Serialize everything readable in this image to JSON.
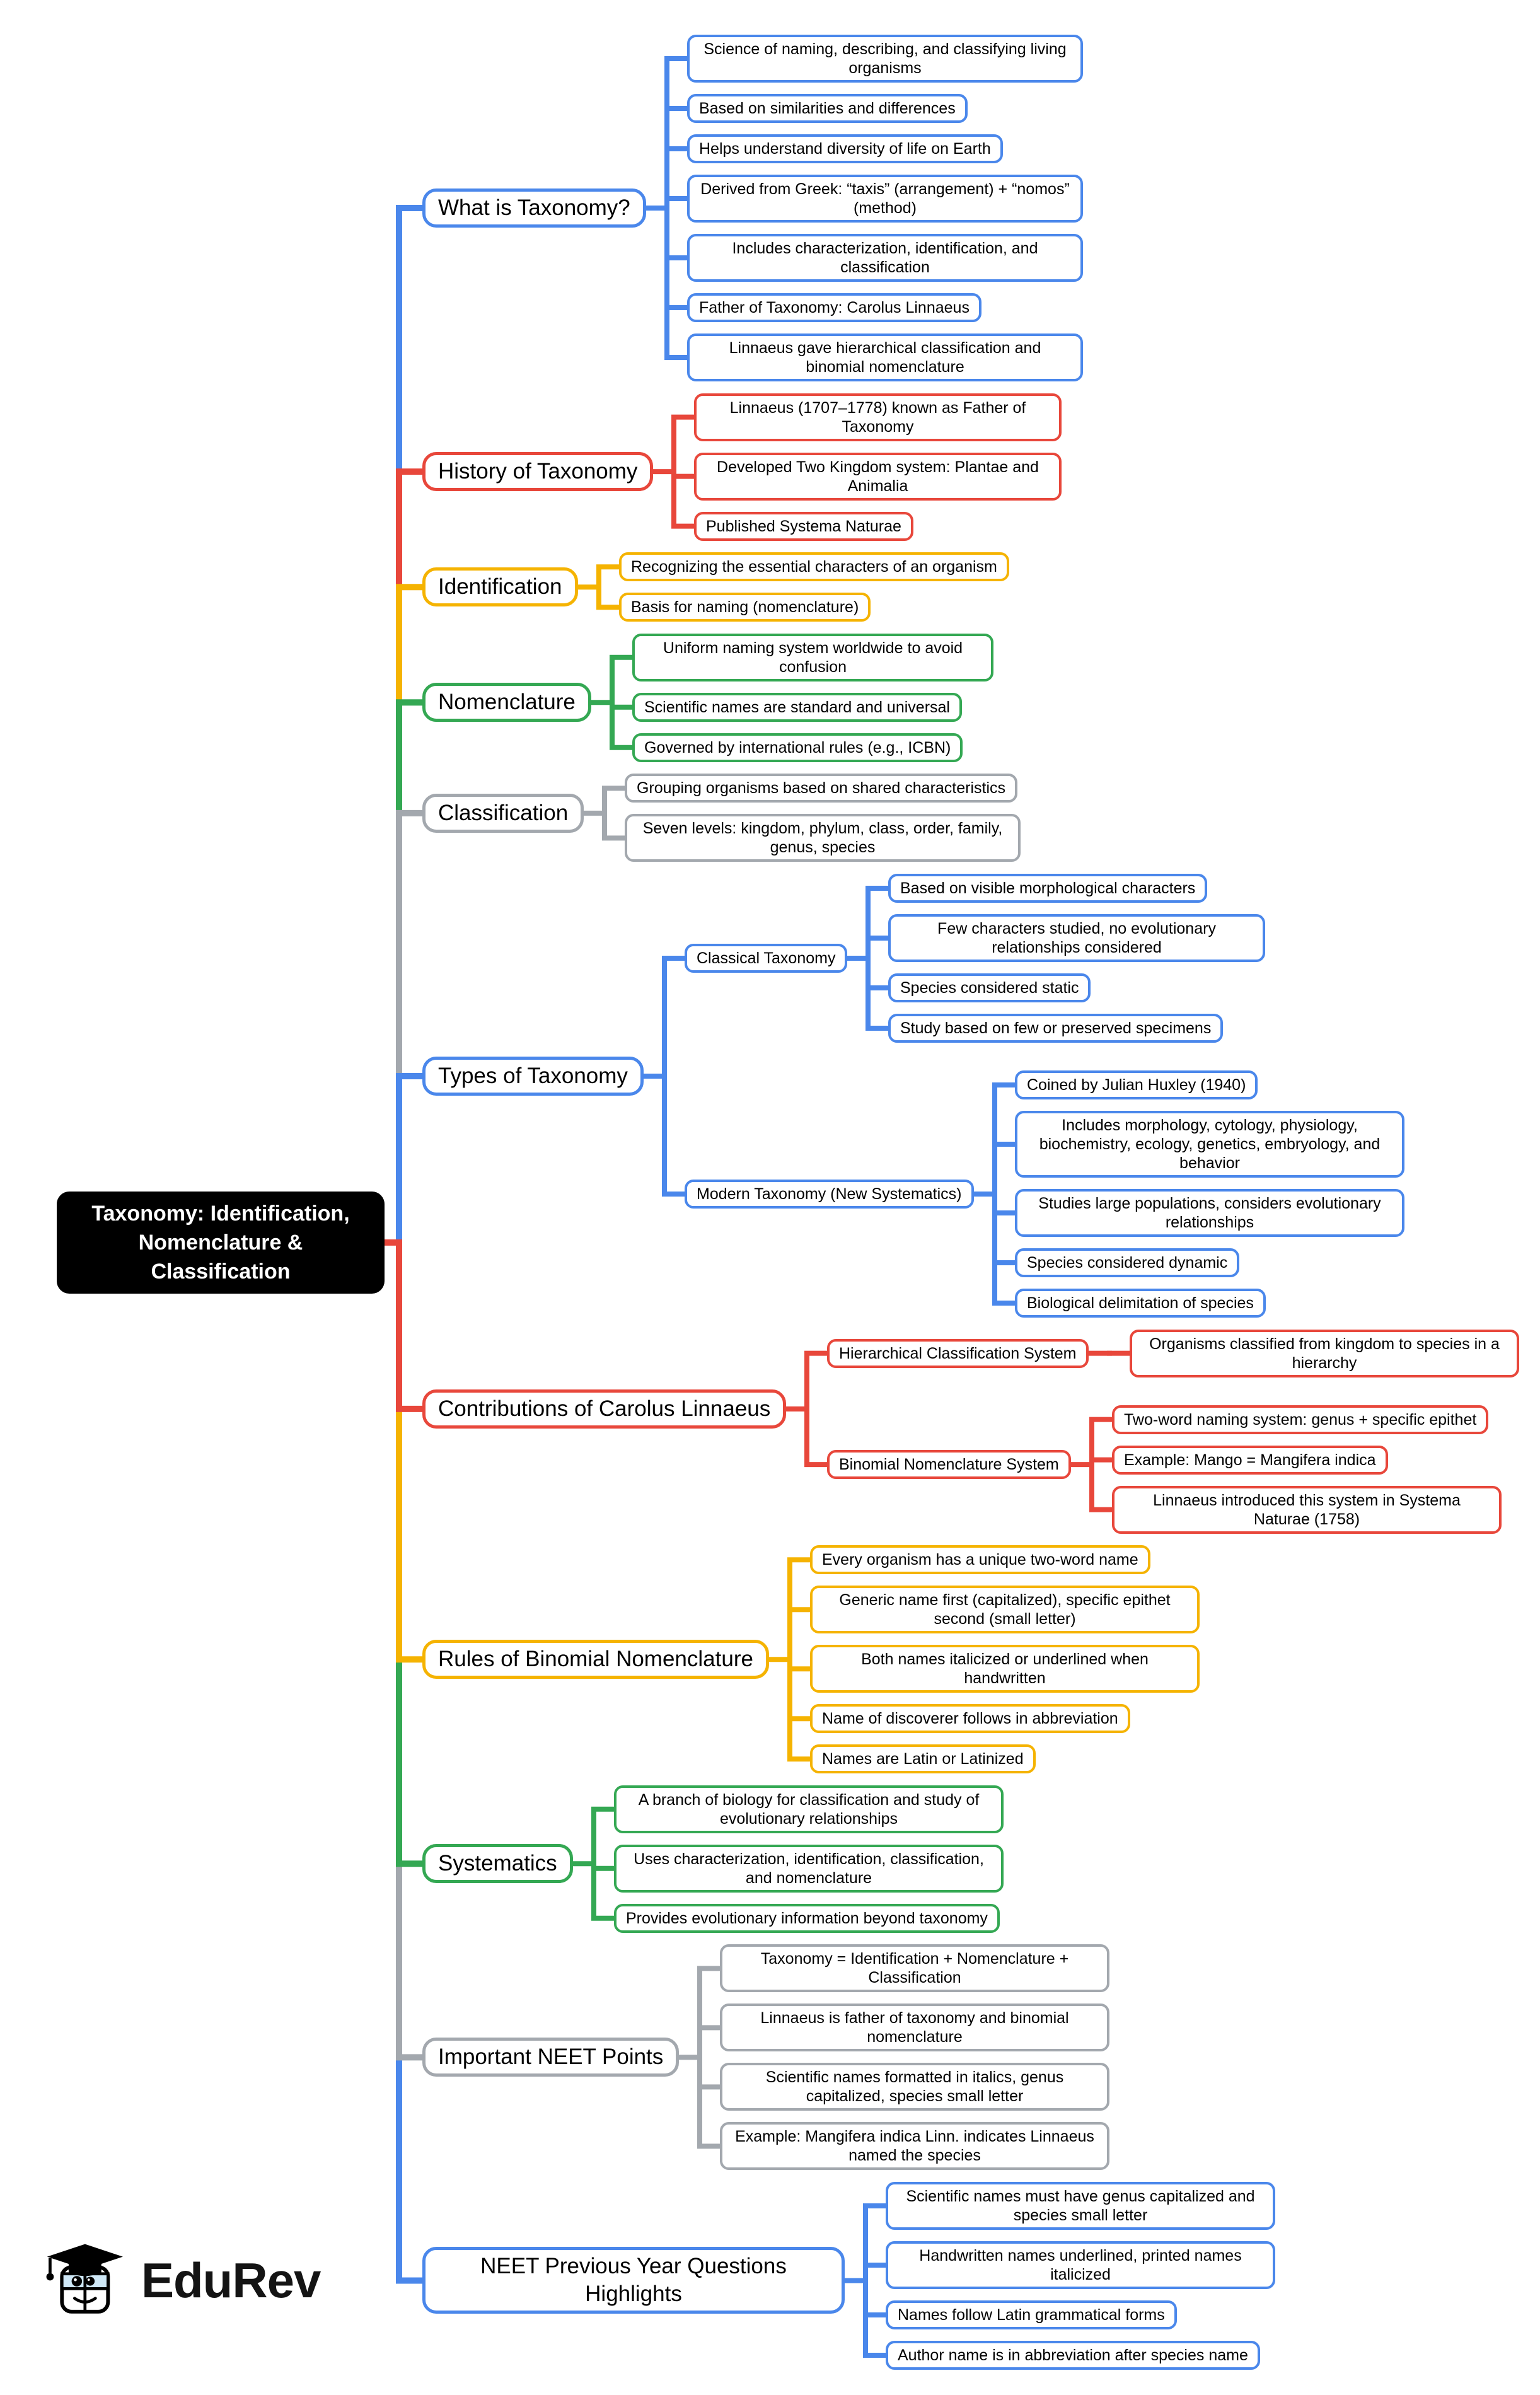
{
  "page": {
    "background": "#ffffff"
  },
  "palette": {
    "blue": "#4A87EB",
    "red": "#E8473B",
    "yellow": "#F5B301",
    "green": "#34A853",
    "gray": "#A3A8AE",
    "root_bg": "#000000",
    "root_text": "#ffffff"
  },
  "root": {
    "label": "Taxonomy: Identification, Nomenclature & Classification"
  },
  "branches": [
    {
      "label": "What is Taxonomy?",
      "color": "blue",
      "children": [
        {
          "label": "Science of naming, describing, and classifying living organisms"
        },
        {
          "label": "Based on similarities and differences"
        },
        {
          "label": "Helps understand diversity of life on Earth"
        },
        {
          "label": "Derived from Greek: “taxis” (arrangement) + “nomos” (method)"
        },
        {
          "label": "Includes characterization, identification, and classification"
        },
        {
          "label": "Father of Taxonomy: Carolus Linnaeus"
        },
        {
          "label": "Linnaeus gave hierarchical classification and binomial nomenclature"
        }
      ]
    },
    {
      "label": "History of Taxonomy",
      "color": "red",
      "children": [
        {
          "label": "Linnaeus (1707–1778) known as Father of Taxonomy"
        },
        {
          "label": "Developed Two Kingdom system: Plantae and Animalia"
        },
        {
          "label": "Published Systema Naturae"
        }
      ]
    },
    {
      "label": "Identification",
      "color": "yellow",
      "children": [
        {
          "label": "Recognizing the essential characters of an organism"
        },
        {
          "label": "Basis for naming (nomenclature)"
        }
      ]
    },
    {
      "label": "Nomenclature",
      "color": "green",
      "children": [
        {
          "label": "Uniform naming system worldwide to avoid confusion"
        },
        {
          "label": "Scientific names are standard and universal"
        },
        {
          "label": "Governed by international rules (e.g., ICBN)"
        }
      ]
    },
    {
      "label": "Classification",
      "color": "gray",
      "children": [
        {
          "label": "Grouping organisms based on shared characteristics"
        },
        {
          "label": "Seven levels: kingdom, phylum, class, order, family, genus, species"
        }
      ]
    },
    {
      "label": "Types of Taxonomy",
      "color": "blue",
      "children": [
        {
          "label": "Classical Taxonomy",
          "children": [
            {
              "label": "Based on visible morphological characters"
            },
            {
              "label": "Few characters studied, no evolutionary relationships considered"
            },
            {
              "label": "Species considered static"
            },
            {
              "label": "Study based on few or preserved specimens"
            }
          ]
        },
        {
          "label": "Modern Taxonomy (New Systematics)",
          "children": [
            {
              "label": "Coined by Julian Huxley (1940)"
            },
            {
              "label": "Includes morphology, cytology, physiology, biochemistry, ecology, genetics, embryology, and behavior"
            },
            {
              "label": "Studies large populations, considers evolutionary relationships"
            },
            {
              "label": "Species considered dynamic"
            },
            {
              "label": "Biological delimitation of species"
            }
          ]
        }
      ]
    },
    {
      "label": "Contributions of Carolus Linnaeus",
      "color": "red",
      "children": [
        {
          "label": "Hierarchical Classification System",
          "children": [
            {
              "label": "Organisms classified from kingdom to species in a hierarchy"
            }
          ]
        },
        {
          "label": "Binomial Nomenclature System",
          "children": [
            {
              "label": "Two-word naming system: genus + specific epithet"
            },
            {
              "label": "Example: Mango = Mangifera indica"
            },
            {
              "label": "Linnaeus introduced this system in Systema Naturae (1758)"
            }
          ]
        }
      ]
    },
    {
      "label": "Rules of Binomial Nomenclature",
      "color": "yellow",
      "children": [
        {
          "label": "Every organism has a unique two-word name"
        },
        {
          "label": "Generic name first (capitalized), specific epithet second (small letter)"
        },
        {
          "label": "Both names italicized or underlined when handwritten"
        },
        {
          "label": "Name of discoverer follows in abbreviation"
        },
        {
          "label": "Names are Latin or Latinized"
        }
      ]
    },
    {
      "label": "Systematics",
      "color": "green",
      "children": [
        {
          "label": "A branch of biology for classification and study of evolutionary relationships"
        },
        {
          "label": "Uses characterization, identification, classification, and nomenclature"
        },
        {
          "label": "Provides evolutionary information beyond taxonomy"
        }
      ]
    },
    {
      "label": "Important NEET Points",
      "color": "gray",
      "children": [
        {
          "label": "Taxonomy = Identification + Nomenclature + Classification"
        },
        {
          "label": "Linnaeus is father of taxonomy and binomial nomenclature"
        },
        {
          "label": "Scientific names formatted in italics, genus capitalized, species small letter"
        },
        {
          "label": "Example: Mangifera indica Linn. indicates Linnaeus named the species"
        }
      ]
    },
    {
      "label": "NEET Previous Year Questions Highlights",
      "color": "blue",
      "children": [
        {
          "label": "Scientific names must have genus capitalized and species small letter"
        },
        {
          "label": "Handwritten names underlined, printed names italicized"
        },
        {
          "label": "Names follow Latin grammatical forms"
        },
        {
          "label": "Author name is in abbreviation after species name"
        }
      ]
    }
  ],
  "logo": {
    "brand": "EduRev",
    "icon": "edurev-graduate-mascot-icon"
  }
}
